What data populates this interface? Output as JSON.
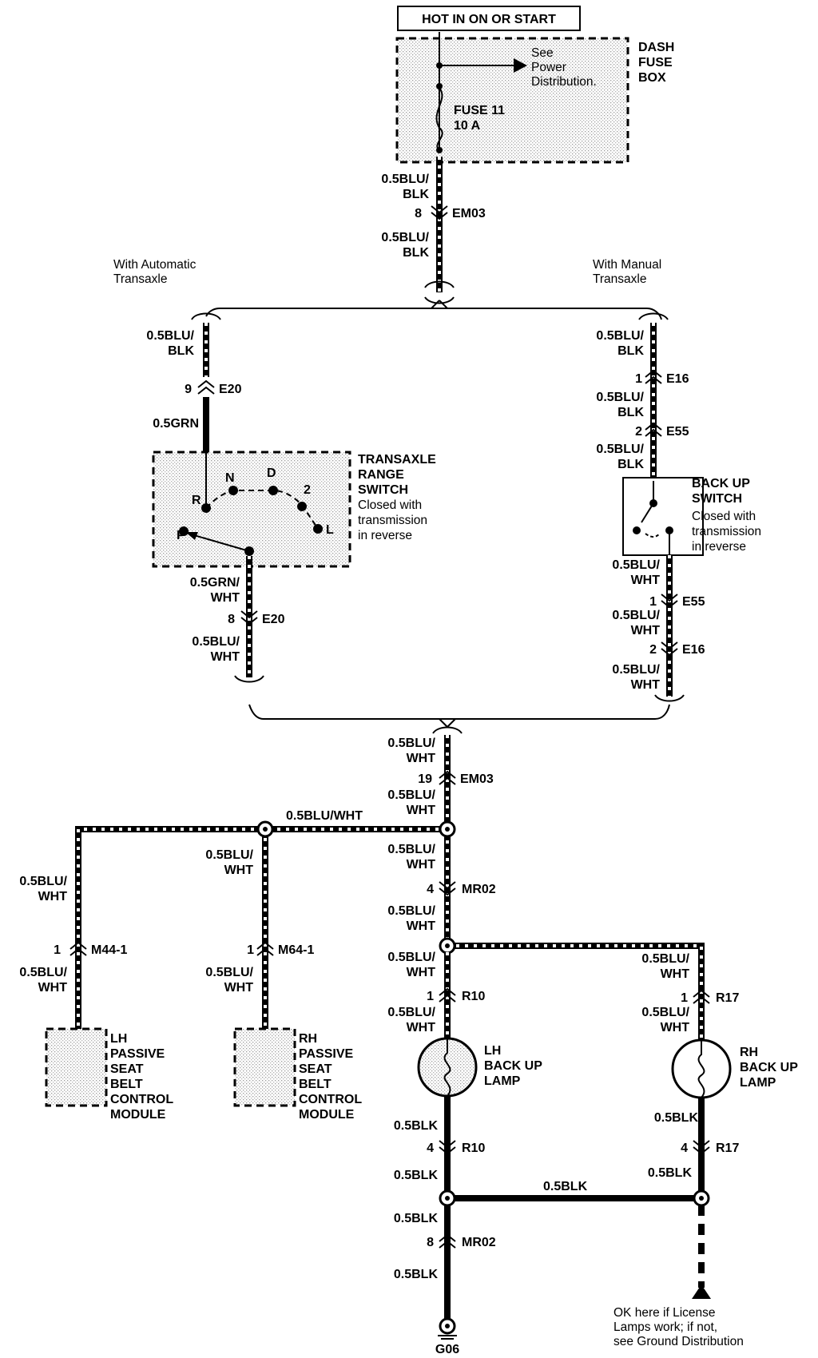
{
  "header": {
    "hot_label": "HOT IN ON OR START"
  },
  "fuse_box": {
    "title": [
      "DASH",
      "FUSE",
      "BOX"
    ],
    "power_note": [
      "See",
      "Power",
      "Distribution."
    ],
    "fuse": [
      "FUSE 11",
      "10 A"
    ]
  },
  "wires": {
    "blu_blk": [
      "0.5BLU/",
      "BLK"
    ],
    "blu_wht": [
      "0.5BLU/",
      "WHT"
    ],
    "grn_wht": [
      "0.5GRN/",
      "WHT"
    ],
    "grn": "0.5GRN",
    "blk": "0.5BLK",
    "blu_wht_inline": "0.5BLU/WHT"
  },
  "branches": {
    "automatic": [
      "With Automatic",
      "Transaxle"
    ],
    "manual": [
      "With Manual",
      "Transaxle"
    ]
  },
  "connectors": {
    "em03_top": {
      "pin": "8",
      "name": "EM03"
    },
    "e20_top": {
      "pin": "9",
      "name": "E20"
    },
    "e20_bottom": {
      "pin": "8",
      "name": "E20"
    },
    "e16_top": {
      "pin": "1",
      "name": "E16"
    },
    "e55_top": {
      "pin": "2",
      "name": "E55"
    },
    "e55_bottom": {
      "pin": "1",
      "name": "E55"
    },
    "e16_bottom": {
      "pin": "2",
      "name": "E16"
    },
    "em03_bottom": {
      "pin": "19",
      "name": "EM03"
    },
    "mr02_top": {
      "pin": "4",
      "name": "MR02"
    },
    "m44": {
      "pin": "1",
      "name": "M44-1"
    },
    "m64": {
      "pin": "1",
      "name": "M64-1"
    },
    "r10_top": {
      "pin": "1",
      "name": "R10"
    },
    "r17_top": {
      "pin": "1",
      "name": "R17"
    },
    "r10_bottom": {
      "pin": "4",
      "name": "R10"
    },
    "r17_bottom": {
      "pin": "4",
      "name": "R17"
    },
    "mr02_bottom": {
      "pin": "8",
      "name": "MR02"
    }
  },
  "transaxle_switch": {
    "title": [
      "TRANSAXLE",
      "RANGE",
      "SWITCH"
    ],
    "note": [
      "Closed with",
      "transmission",
      "in reverse"
    ],
    "positions": {
      "p": "P",
      "r": "R",
      "n": "N",
      "d": "D",
      "two": "2",
      "l": "L"
    }
  },
  "backup_switch": {
    "title": [
      "BACK UP",
      "SWITCH"
    ],
    "note": [
      "Closed with",
      "transmission",
      "in reverse"
    ]
  },
  "modules": {
    "lh": [
      "LH",
      "PASSIVE",
      "SEAT",
      "BELT",
      "CONTROL",
      "MODULE"
    ],
    "rh": [
      "RH",
      "PASSIVE",
      "SEAT",
      "BELT",
      "CONTROL",
      "MODULE"
    ]
  },
  "lamps": {
    "lh": [
      "LH",
      "BACK UP",
      "LAMP"
    ],
    "rh": [
      "RH",
      "BACK UP",
      "LAMP"
    ]
  },
  "ground": {
    "name": "G06",
    "note": [
      "OK here if License",
      "Lamps work; if not,",
      "see Ground Distribution"
    ]
  }
}
